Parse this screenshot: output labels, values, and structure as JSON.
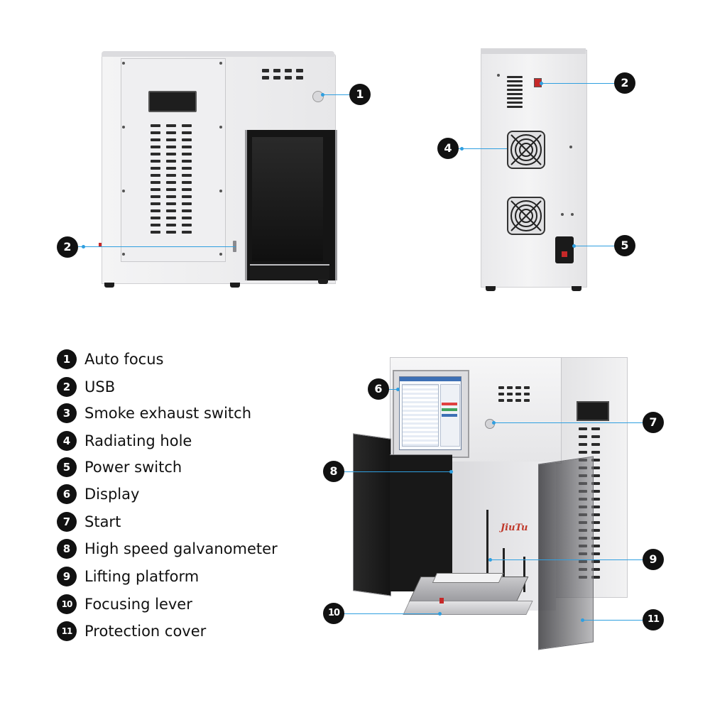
{
  "legend": [
    {
      "num": "1",
      "label": "Auto focus"
    },
    {
      "num": "2",
      "label": "USB"
    },
    {
      "num": "3",
      "label": "Smoke exhaust switch"
    },
    {
      "num": "4",
      "label": "Radiating hole"
    },
    {
      "num": "5",
      "label": "Power switch"
    },
    {
      "num": "6",
      "label": "Display"
    },
    {
      "num": "7",
      "label": "Start"
    },
    {
      "num": "8",
      "label": "High speed galvanometer"
    },
    {
      "num": "9",
      "label": "Lifting platform"
    },
    {
      "num": "10",
      "label": "Focusing lever"
    },
    {
      "num": "11",
      "label": "Protection cover"
    }
  ],
  "callouts": {
    "side_autofocus": "1",
    "side_usb": "2",
    "back_usb": "2",
    "back_radiating": "4",
    "back_power": "5",
    "front_display": "6",
    "front_start": "7",
    "front_galvo": "8",
    "front_platform": "9",
    "front_lever": "10",
    "front_cover": "11"
  },
  "machine": {
    "brand_logo": "JiuTu"
  },
  "colors": {
    "leader_line": "#2f9fe0",
    "badge": "#111111",
    "panel": "#ececee",
    "dark_panel": "#1a1a1a"
  }
}
